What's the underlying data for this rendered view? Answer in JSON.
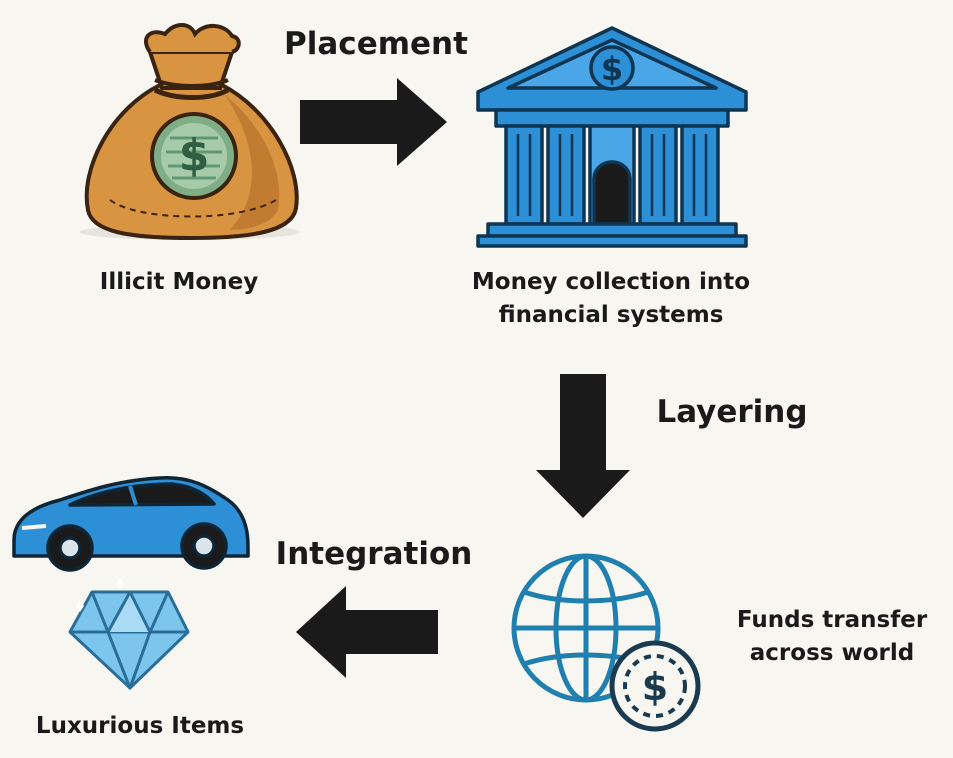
{
  "steps": {
    "placement": "Placement",
    "layering": "Layering",
    "integration": "Integration"
  },
  "nodes": {
    "illicit_money": "Illicit Money",
    "collection_line1": "Money collection into",
    "collection_line2": "financial systems",
    "transfer_line1": "Funds transfer",
    "transfer_line2": "across world",
    "luxurious": "Luxurious Items"
  },
  "icons": {
    "money_bag": "money-bag-icon",
    "bank": "bank-icon",
    "globe": "globe-coin-icon",
    "car": "car-icon",
    "diamond": "diamond-icon"
  },
  "colors": {
    "background": "#f7f6f1",
    "arrow": "#1a1a1a",
    "blue": "#2d8fd5",
    "bag": "#d99442",
    "green": "#5f9a74"
  }
}
